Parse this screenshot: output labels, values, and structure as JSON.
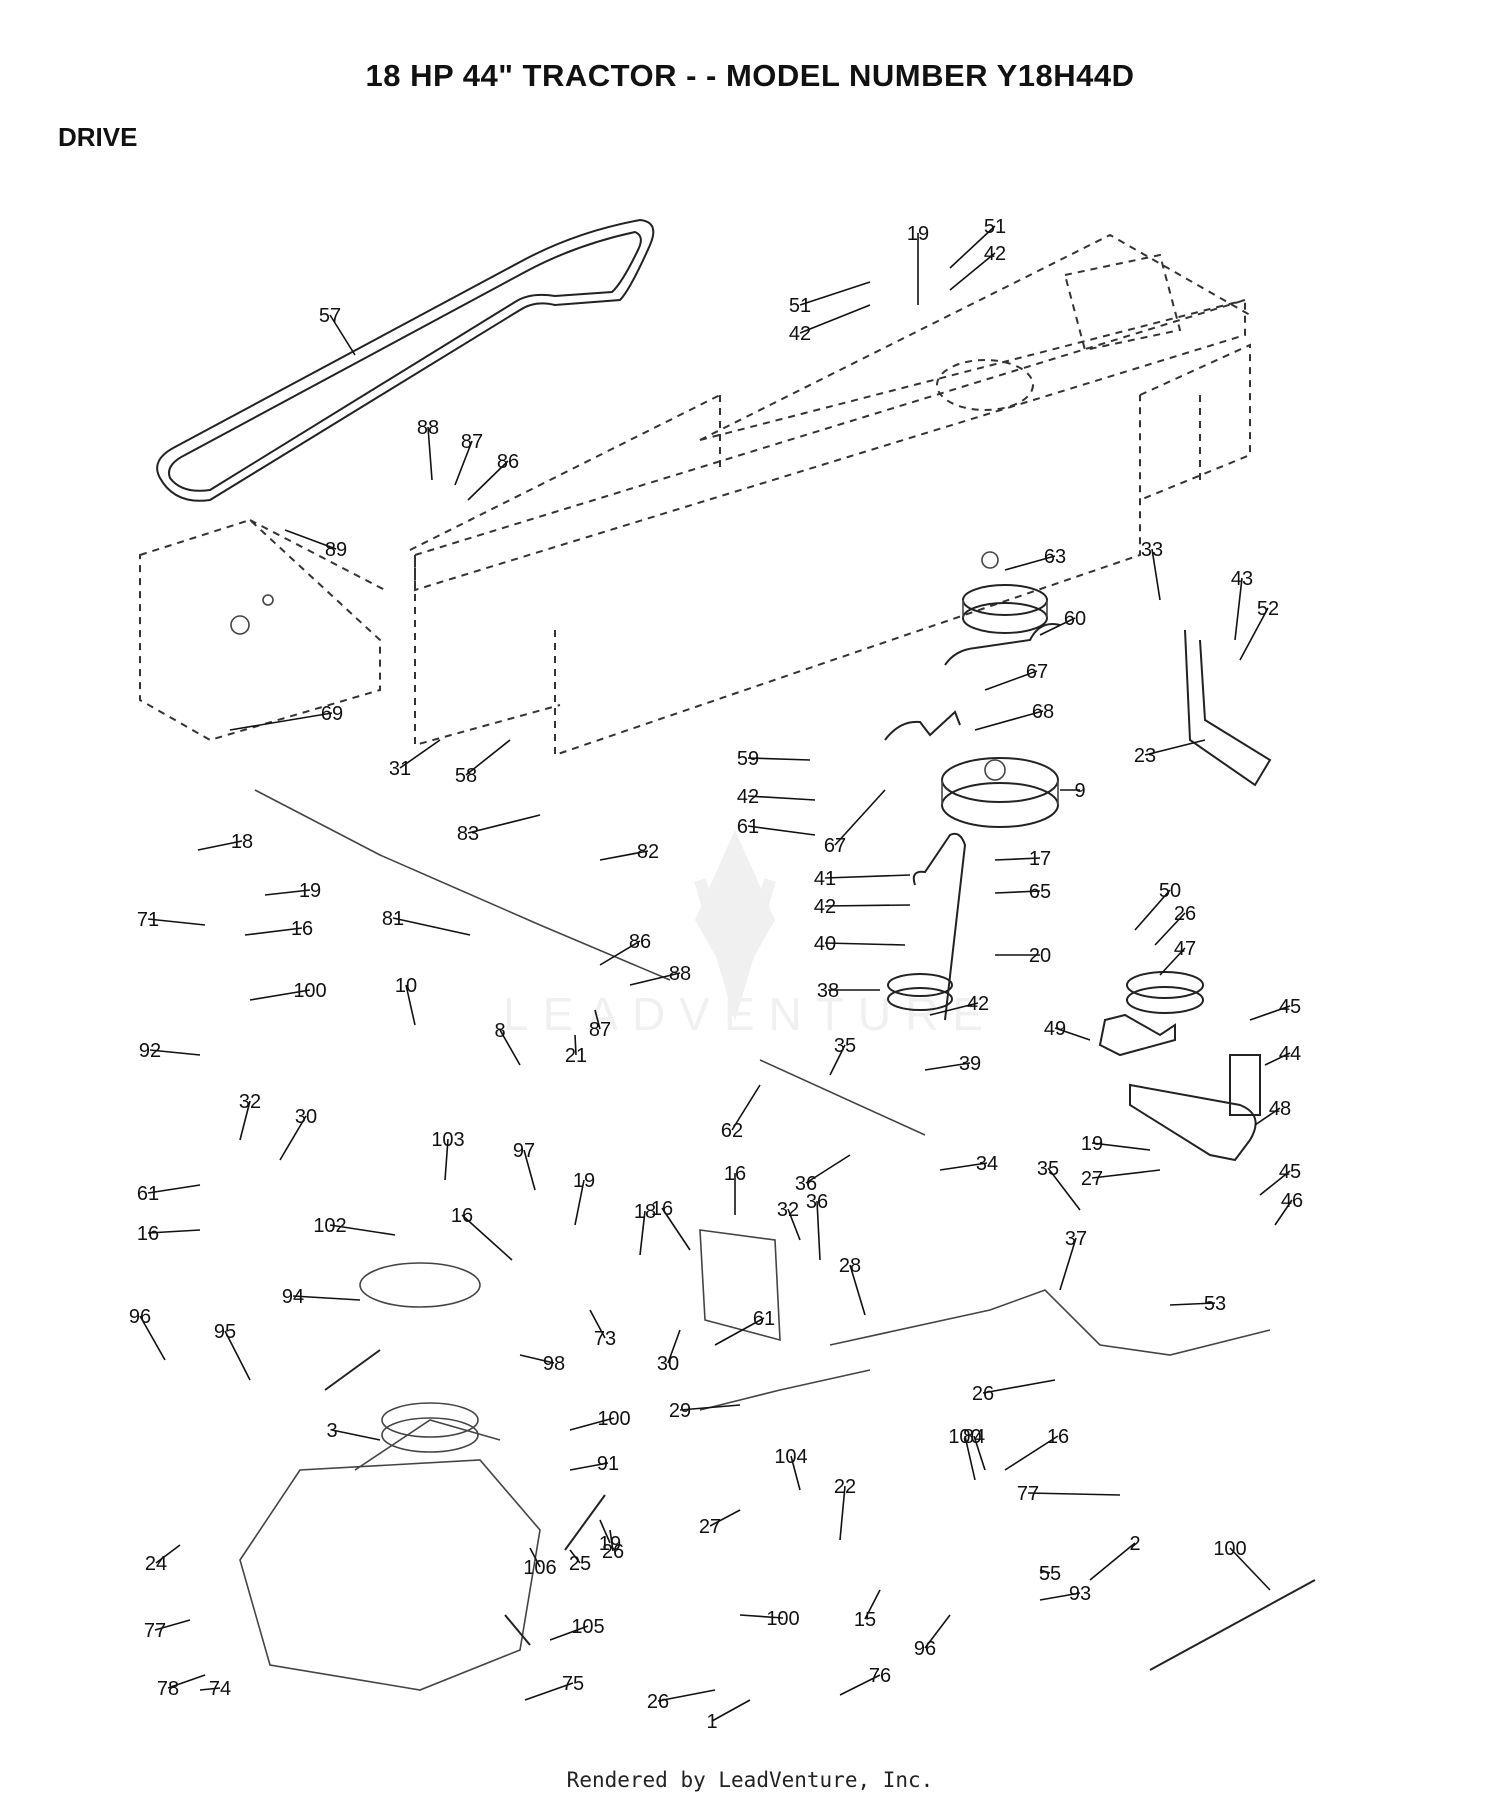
{
  "header": {
    "title": "18 HP 44\" TRACTOR - - MODEL NUMBER Y18H44D",
    "section": "DRIVE"
  },
  "footer": {
    "rendered_by": "Rendered by LeadVenture, Inc."
  },
  "watermark": {
    "text": "LEADVENTURE"
  },
  "callouts": [
    "57",
    "19",
    "51",
    "42",
    "51",
    "42",
    "88",
    "87",
    "86",
    "89",
    "69",
    "31",
    "58",
    "63",
    "60",
    "33",
    "43",
    "52",
    "67",
    "68",
    "23",
    "59",
    "42",
    "61",
    "9",
    "67",
    "17",
    "41",
    "65",
    "42",
    "40",
    "20",
    "83",
    "82",
    "18",
    "19",
    "71",
    "16",
    "81",
    "86",
    "88",
    "100",
    "10",
    "87",
    "21",
    "92",
    "8",
    "50",
    "26",
    "47",
    "38",
    "42",
    "39",
    "49",
    "45",
    "44",
    "35",
    "48",
    "62",
    "36",
    "19",
    "27",
    "34",
    "45",
    "46",
    "32",
    "30",
    "16",
    "61",
    "16",
    "103",
    "97",
    "19",
    "16",
    "18",
    "102",
    "16",
    "32",
    "36",
    "35",
    "37",
    "94",
    "73",
    "28",
    "96",
    "95",
    "98",
    "30",
    "61",
    "53",
    "26",
    "29",
    "3",
    "100",
    "91",
    "100",
    "84",
    "16",
    "104",
    "22",
    "27",
    "77",
    "24",
    "19",
    "25",
    "26",
    "106",
    "55",
    "100",
    "2",
    "93",
    "105",
    "100",
    "15",
    "96",
    "77",
    "78",
    "74",
    "75",
    "76",
    "26",
    "1"
  ]
}
